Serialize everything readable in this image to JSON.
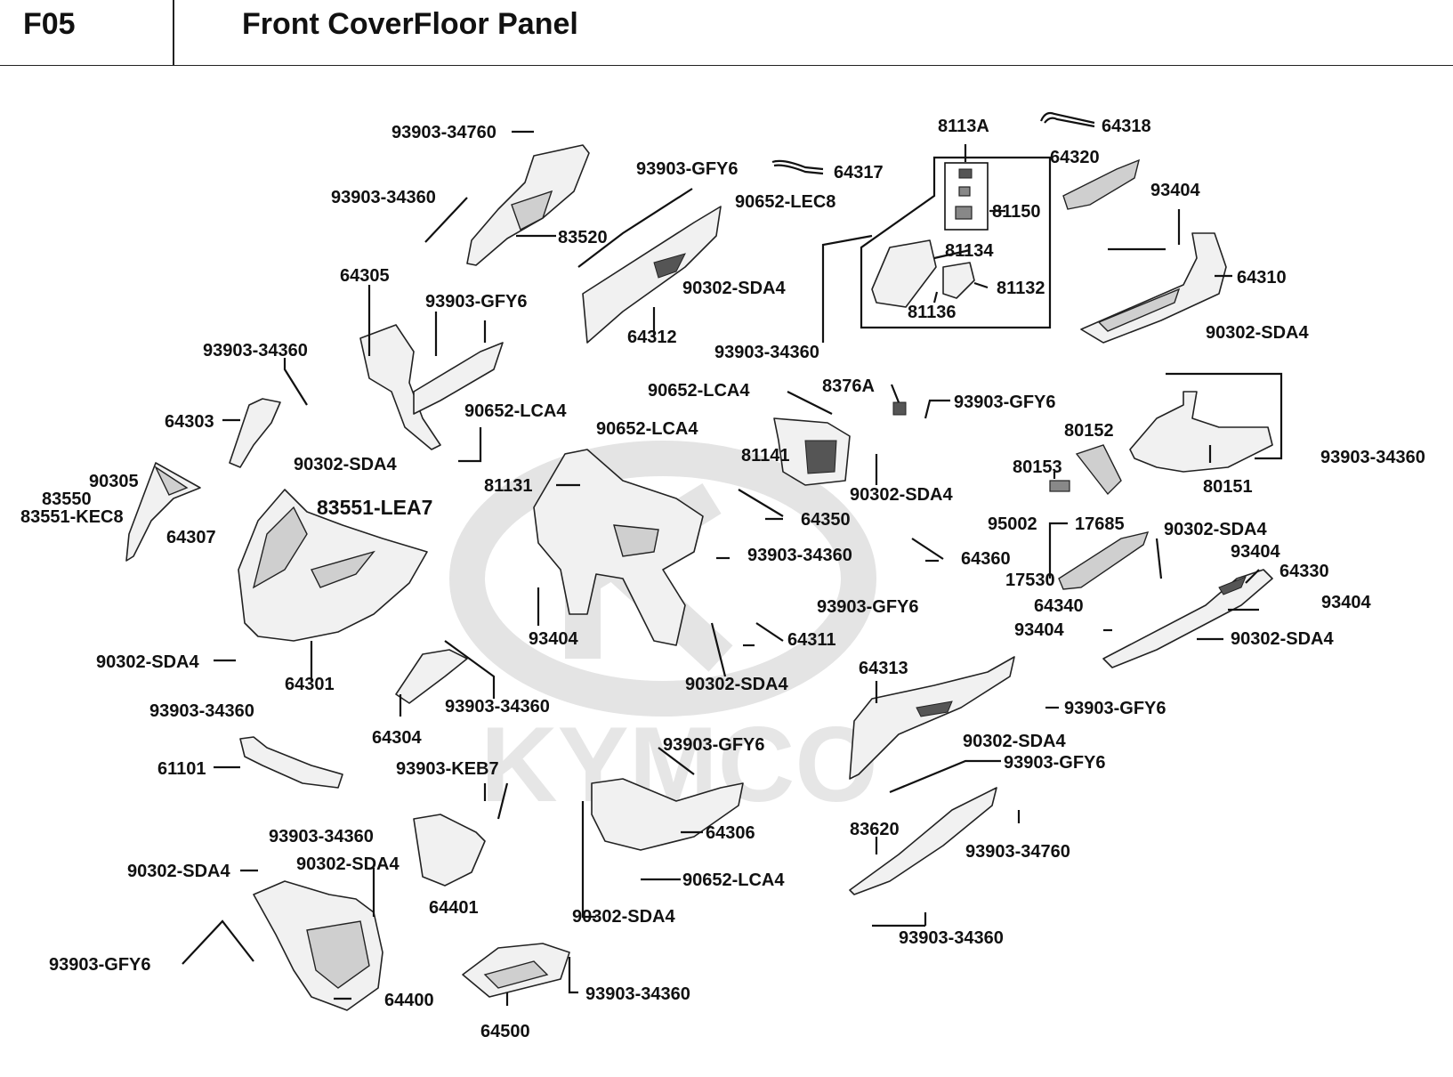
{
  "page": {
    "code": "F05",
    "title": "Front CoverFloor Panel"
  },
  "watermark": {
    "text": "KYMCO"
  },
  "callouts": {
    "c01": "93903-34760",
    "c02": "93903-34360",
    "c03": "83520",
    "c04": "93903-GFY6",
    "c05": "64317",
    "c06": "90652-LEC8",
    "c07": "8113A",
    "c08": "64318",
    "c09": "64320",
    "c10": "81150",
    "c11": "93404",
    "c12": "81134",
    "c13": "81132",
    "c14": "81136",
    "c15": "64310",
    "c16": "90302-SDA4",
    "c17": "64312",
    "c18": "90302-SDA4",
    "c19": "93903-34360",
    "c20": "64305",
    "c21": "93903-GFY6",
    "c22": "93903-34360",
    "c23": "64303",
    "c24": "90652-LCA4",
    "c25": "90302-SDA4",
    "c26": "90652-LCA4",
    "c27": "8376A",
    "c28": "93903-GFY6",
    "c29": "90652-LCA4",
    "c30": "80152",
    "c31": "93903-34360",
    "c32": "81141",
    "c33": "90302-SDA4",
    "c34": "80153",
    "c35": "80151",
    "c36": "81131",
    "c37": "64350",
    "c38": "95002",
    "c39": "17685",
    "c40": "90302-SDA4",
    "c41": "90305",
    "c42": "83550",
    "c43": "83551-KEC8",
    "c44": "83551-LEA7",
    "c45": "64307",
    "c46": "93903-34360",
    "c47": "64360",
    "c48": "93404",
    "c49": "64330",
    "c50": "17530",
    "c51": "64340",
    "c52": "93404",
    "c53": "93903-GFY6",
    "c54": "93404",
    "c55": "93404",
    "c56": "64311",
    "c57": "90302-SDA4",
    "c58": "90302-SDA4",
    "c59": "64301",
    "c60": "90302-SDA4",
    "c61": "64313",
    "c62": "93903-34360",
    "c63": "64304",
    "c64": "93903-GFY6",
    "c65": "90302-SDA4",
    "c66": "61101",
    "c67": "93903-GFY6",
    "c68": "93903-KEB7",
    "c69": "93903-GFY6",
    "c70": "64306",
    "c71": "93903-34360",
    "c72": "83620",
    "c73": "93903-34760",
    "c74": "90302-SDA4",
    "c75": "90302-SDA4",
    "c76": "64401",
    "c77": "90652-LCA4",
    "c78": "90302-SDA4",
    "c79": "93903-34360",
    "c80": "93903-GFY6",
    "c81": "64400",
    "c82": "93903-34360",
    "c83": "64500",
    "c84": "93903-34360"
  }
}
